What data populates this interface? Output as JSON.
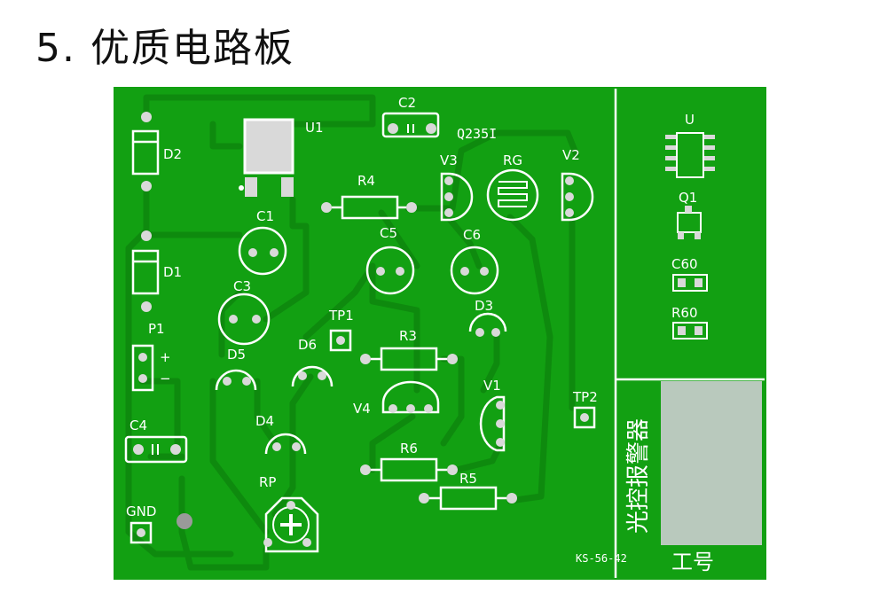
{
  "heading": "5. 优质电路板",
  "board": {
    "colors": {
      "substrate": "#12a012",
      "trace": "#0e8a0e",
      "silk": "#ffffff",
      "pad": "#d9d9d9",
      "pad_hole": "#9a9a9a",
      "label_area": "#b9c9bd"
    },
    "labels": {
      "u1": "U1",
      "c2": "C2",
      "q235": "Q235I",
      "v3": "V3",
      "rg": "RG",
      "v2": "V2",
      "u": "U",
      "q1": "Q1",
      "c60": "C60",
      "r60": "R60",
      "d2": "D2",
      "d1": "D1",
      "r4": "R4",
      "c1": "C1",
      "c5": "C5",
      "c6": "C6",
      "c3": "C3",
      "tp1": "TP1",
      "d3": "D3",
      "p1": "P1",
      "plus": "+",
      "minus": "−",
      "d6": "D6",
      "r3": "R3",
      "d5": "D5",
      "v1": "V1",
      "v4": "V4",
      "tp2": "TP2",
      "c4": "C4",
      "d4": "D4",
      "r6": "R6",
      "r5": "R5",
      "rp": "RP",
      "gnd": "GND",
      "code": "KS-56-42",
      "title_vertical": "光控报警器",
      "worker_no": "工号"
    }
  }
}
